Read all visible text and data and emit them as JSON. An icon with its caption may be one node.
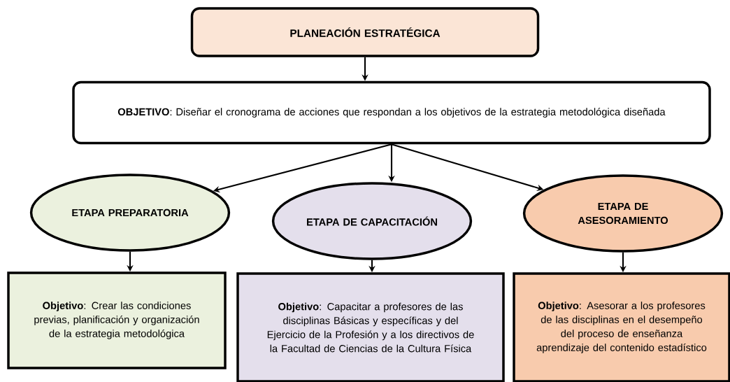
{
  "diagram": {
    "nodes": [
      {
        "text": [
          "PLANEACIÓN ESTRATÉGICA"
        ]
      },
      {
        "text": [
          "**OBJETIVO**: Diseñar el cronograma de acciones que respondan a los objetivos de la estrategia metodológica diseñada"
        ]
      },
      {
        "text": [
          "ETAPA PREPARATORIA"
        ]
      },
      {
        "text": [
          "ETAPA DE CAPACITACIÓN"
        ]
      },
      {
        "text": [
          "ETAPA DE ASESORAMIENTO"
        ]
      },
      {
        "text": [
          "**Objetivo**: Crear las condiciones previas, planificación y organización de la estrategia metodológica"
        ]
      },
      {
        "text": [
          "**Objetivo**: Capacitar a profesores de las disciplinas Básicas y específicas y del Ejercicio de la Profesión y a los directivos de la Facultad de Ciencias de la Cultura Física"
        ]
      },
      {
        "text": [
          "**Objetivo**: Asesorar a los profesores de las disciplinas en el desempeño del proceso de enseñanza aprendizaje del contenido estadístico"
        ]
      }
    ],
    "edges": [
      {
        "from": 0,
        "to": 1,
        "arrow": "to"
      },
      {
        "from": 1,
        "to": 2,
        "arrow": "to"
      },
      {
        "from": 1,
        "to": 3,
        "arrow": "to"
      },
      {
        "from": 1,
        "to": 4,
        "arrow": "to"
      },
      {
        "from": 2,
        "to": 5,
        "arrow": "to"
      },
      {
        "from": 3,
        "to": 6,
        "arrow": "to"
      },
      {
        "from": 4,
        "to": 7,
        "arrow": "to"
      }
    ]
  }
}
